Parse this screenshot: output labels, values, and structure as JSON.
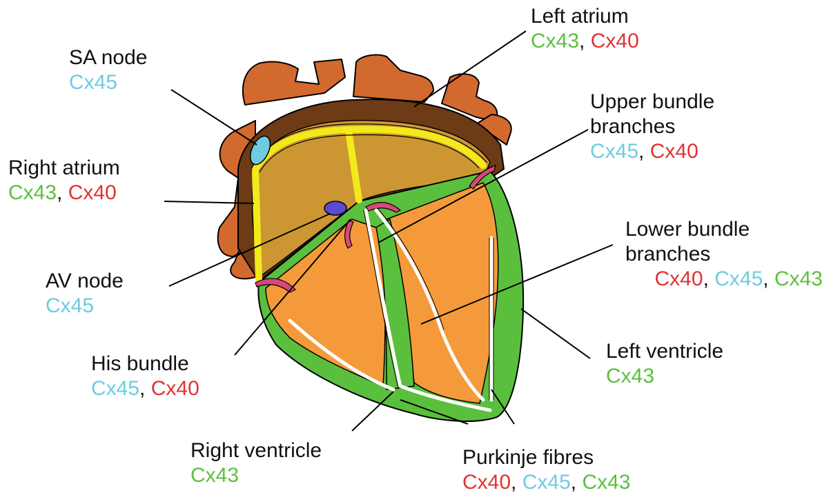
{
  "colors": {
    "Cx43": "#5bbf3e",
    "Cx40": "#e23131",
    "Cx45": "#6fcbe0",
    "text": "#111111"
  },
  "labels": {
    "left_atrium": {
      "name": "Left atrium",
      "cx": [
        "Cx43",
        "Cx40"
      ]
    },
    "sa_node": {
      "name": "SA node",
      "cx": [
        "Cx45"
      ]
    },
    "upper_bundle": {
      "name_line1": "Upper bundle",
      "name_line2": "branches",
      "cx": [
        "Cx45",
        "Cx40"
      ]
    },
    "right_atrium": {
      "name": "Right atrium",
      "cx": [
        "Cx43",
        "Cx40"
      ]
    },
    "lower_bundle": {
      "name_line1": "Lower bundle",
      "name_line2": "branches",
      "cx": [
        "Cx40",
        "Cx45",
        "Cx43"
      ]
    },
    "av_node": {
      "name": "AV node",
      "cx": [
        "Cx45"
      ]
    },
    "left_ventricle": {
      "name": "Left ventricle",
      "cx": [
        "Cx43"
      ]
    },
    "his_bundle": {
      "name": "His bundle",
      "cx": [
        "Cx45",
        "Cx40"
      ]
    },
    "right_ventricle": {
      "name": "Right ventricle",
      "cx": [
        "Cx43"
      ]
    },
    "purkinje": {
      "name": "Purkinje fibres",
      "cx": [
        "Cx40",
        "Cx45",
        "Cx43"
      ]
    }
  }
}
